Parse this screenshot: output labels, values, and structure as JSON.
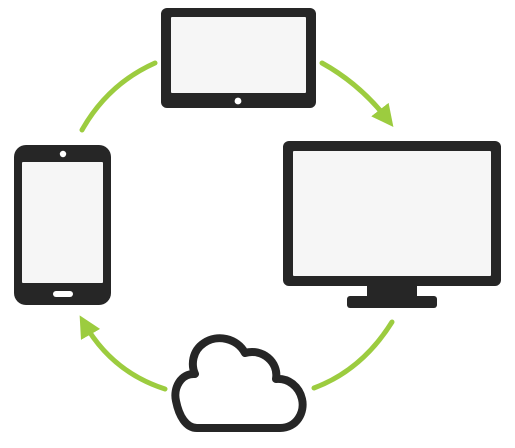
{
  "colors": {
    "device": "#262626",
    "screen": "#f6f6f6",
    "arrow": "#9ccc3f",
    "background": "#ffffff"
  },
  "icons": [
    "tablet-icon",
    "monitor-icon",
    "cloud-icon",
    "smartphone-icon"
  ],
  "arrows": [
    {
      "from": "tablet-icon",
      "to": "monitor-icon",
      "direction": "clockwise"
    },
    {
      "from": "monitor-icon",
      "to": "cloud-icon",
      "direction": "clockwise"
    },
    {
      "from": "cloud-icon",
      "to": "smartphone-icon",
      "direction": "clockwise"
    },
    {
      "from": "smartphone-icon",
      "to": "tablet-icon",
      "direction": "clockwise"
    }
  ]
}
